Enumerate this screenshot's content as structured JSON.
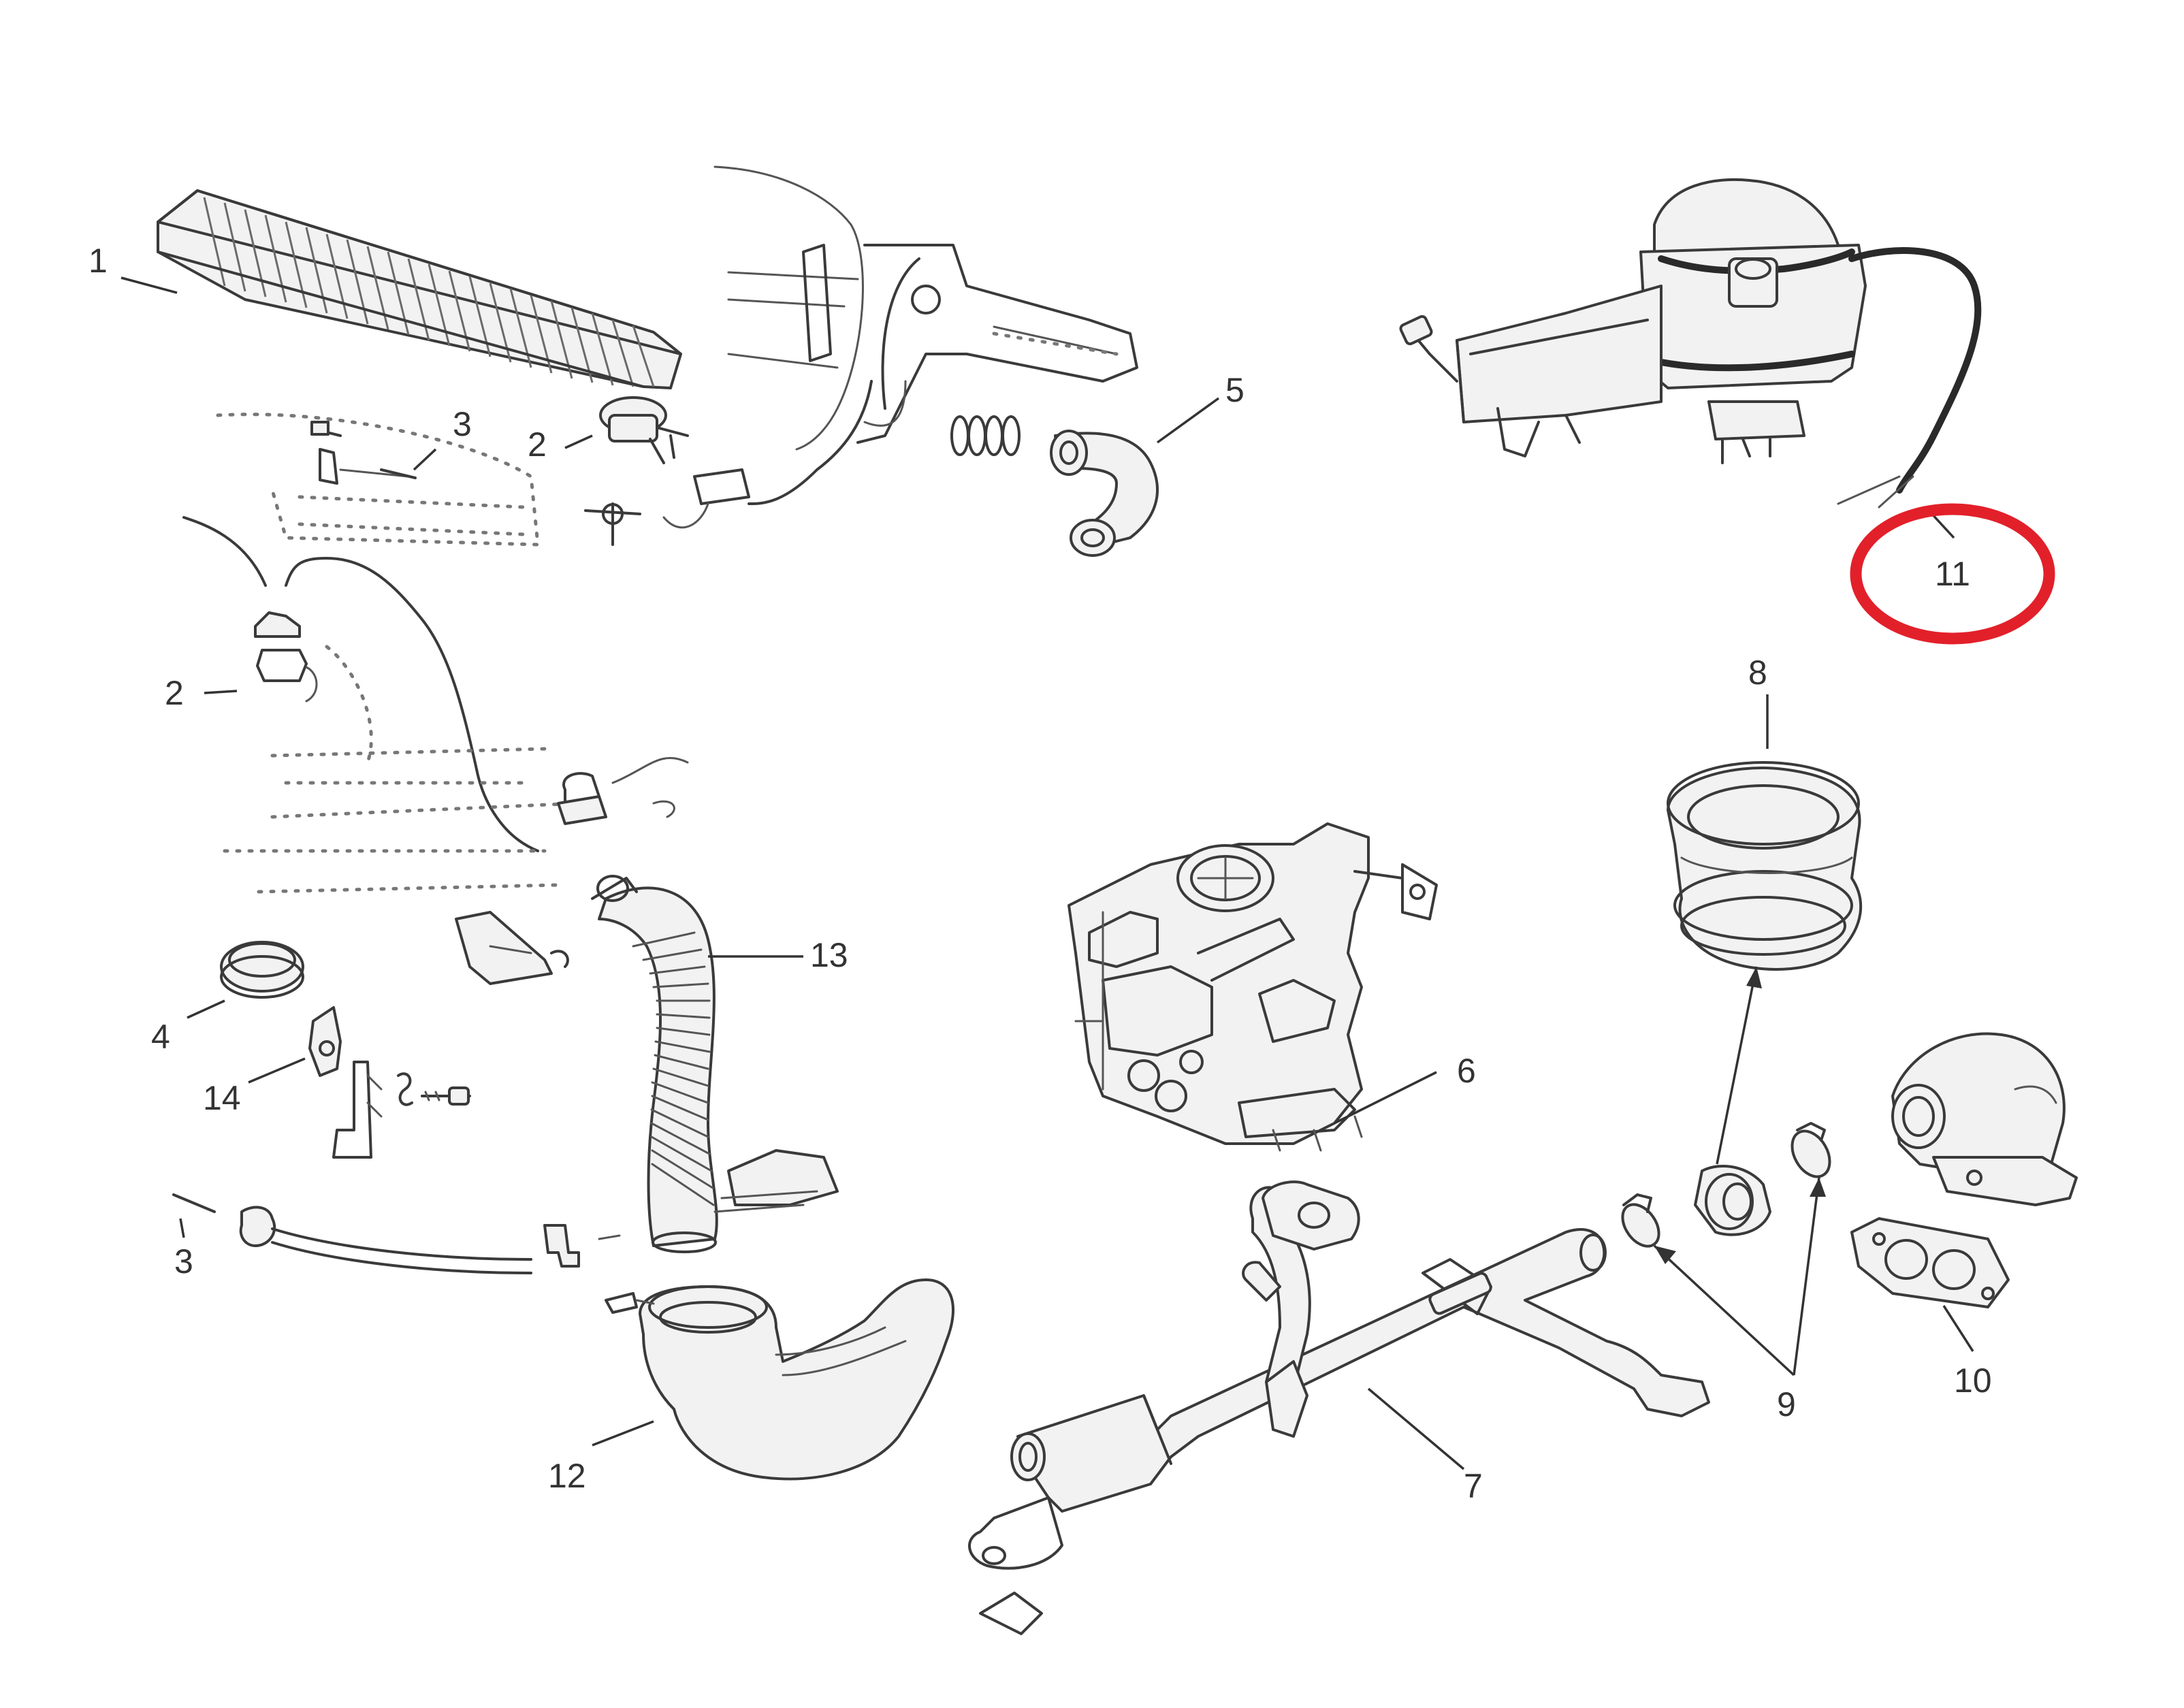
{
  "diagram": {
    "highlight_color": "#e2202a",
    "highlighted_callout": "11",
    "callouts": [
      {
        "id": "c1",
        "label": "1"
      },
      {
        "id": "c2a",
        "label": "2"
      },
      {
        "id": "c3a",
        "label": "3"
      },
      {
        "id": "c5",
        "label": "5"
      },
      {
        "id": "c11",
        "label": "11"
      },
      {
        "id": "c2b",
        "label": "2"
      },
      {
        "id": "c8",
        "label": "8"
      },
      {
        "id": "c13",
        "label": "13"
      },
      {
        "id": "c4",
        "label": "4"
      },
      {
        "id": "c6",
        "label": "6"
      },
      {
        "id": "c14",
        "label": "14"
      },
      {
        "id": "c3b",
        "label": "3"
      },
      {
        "id": "c10",
        "label": "10"
      },
      {
        "id": "c9",
        "label": "9"
      },
      {
        "id": "c12",
        "label": "12"
      },
      {
        "id": "c7",
        "label": "7"
      }
    ]
  }
}
